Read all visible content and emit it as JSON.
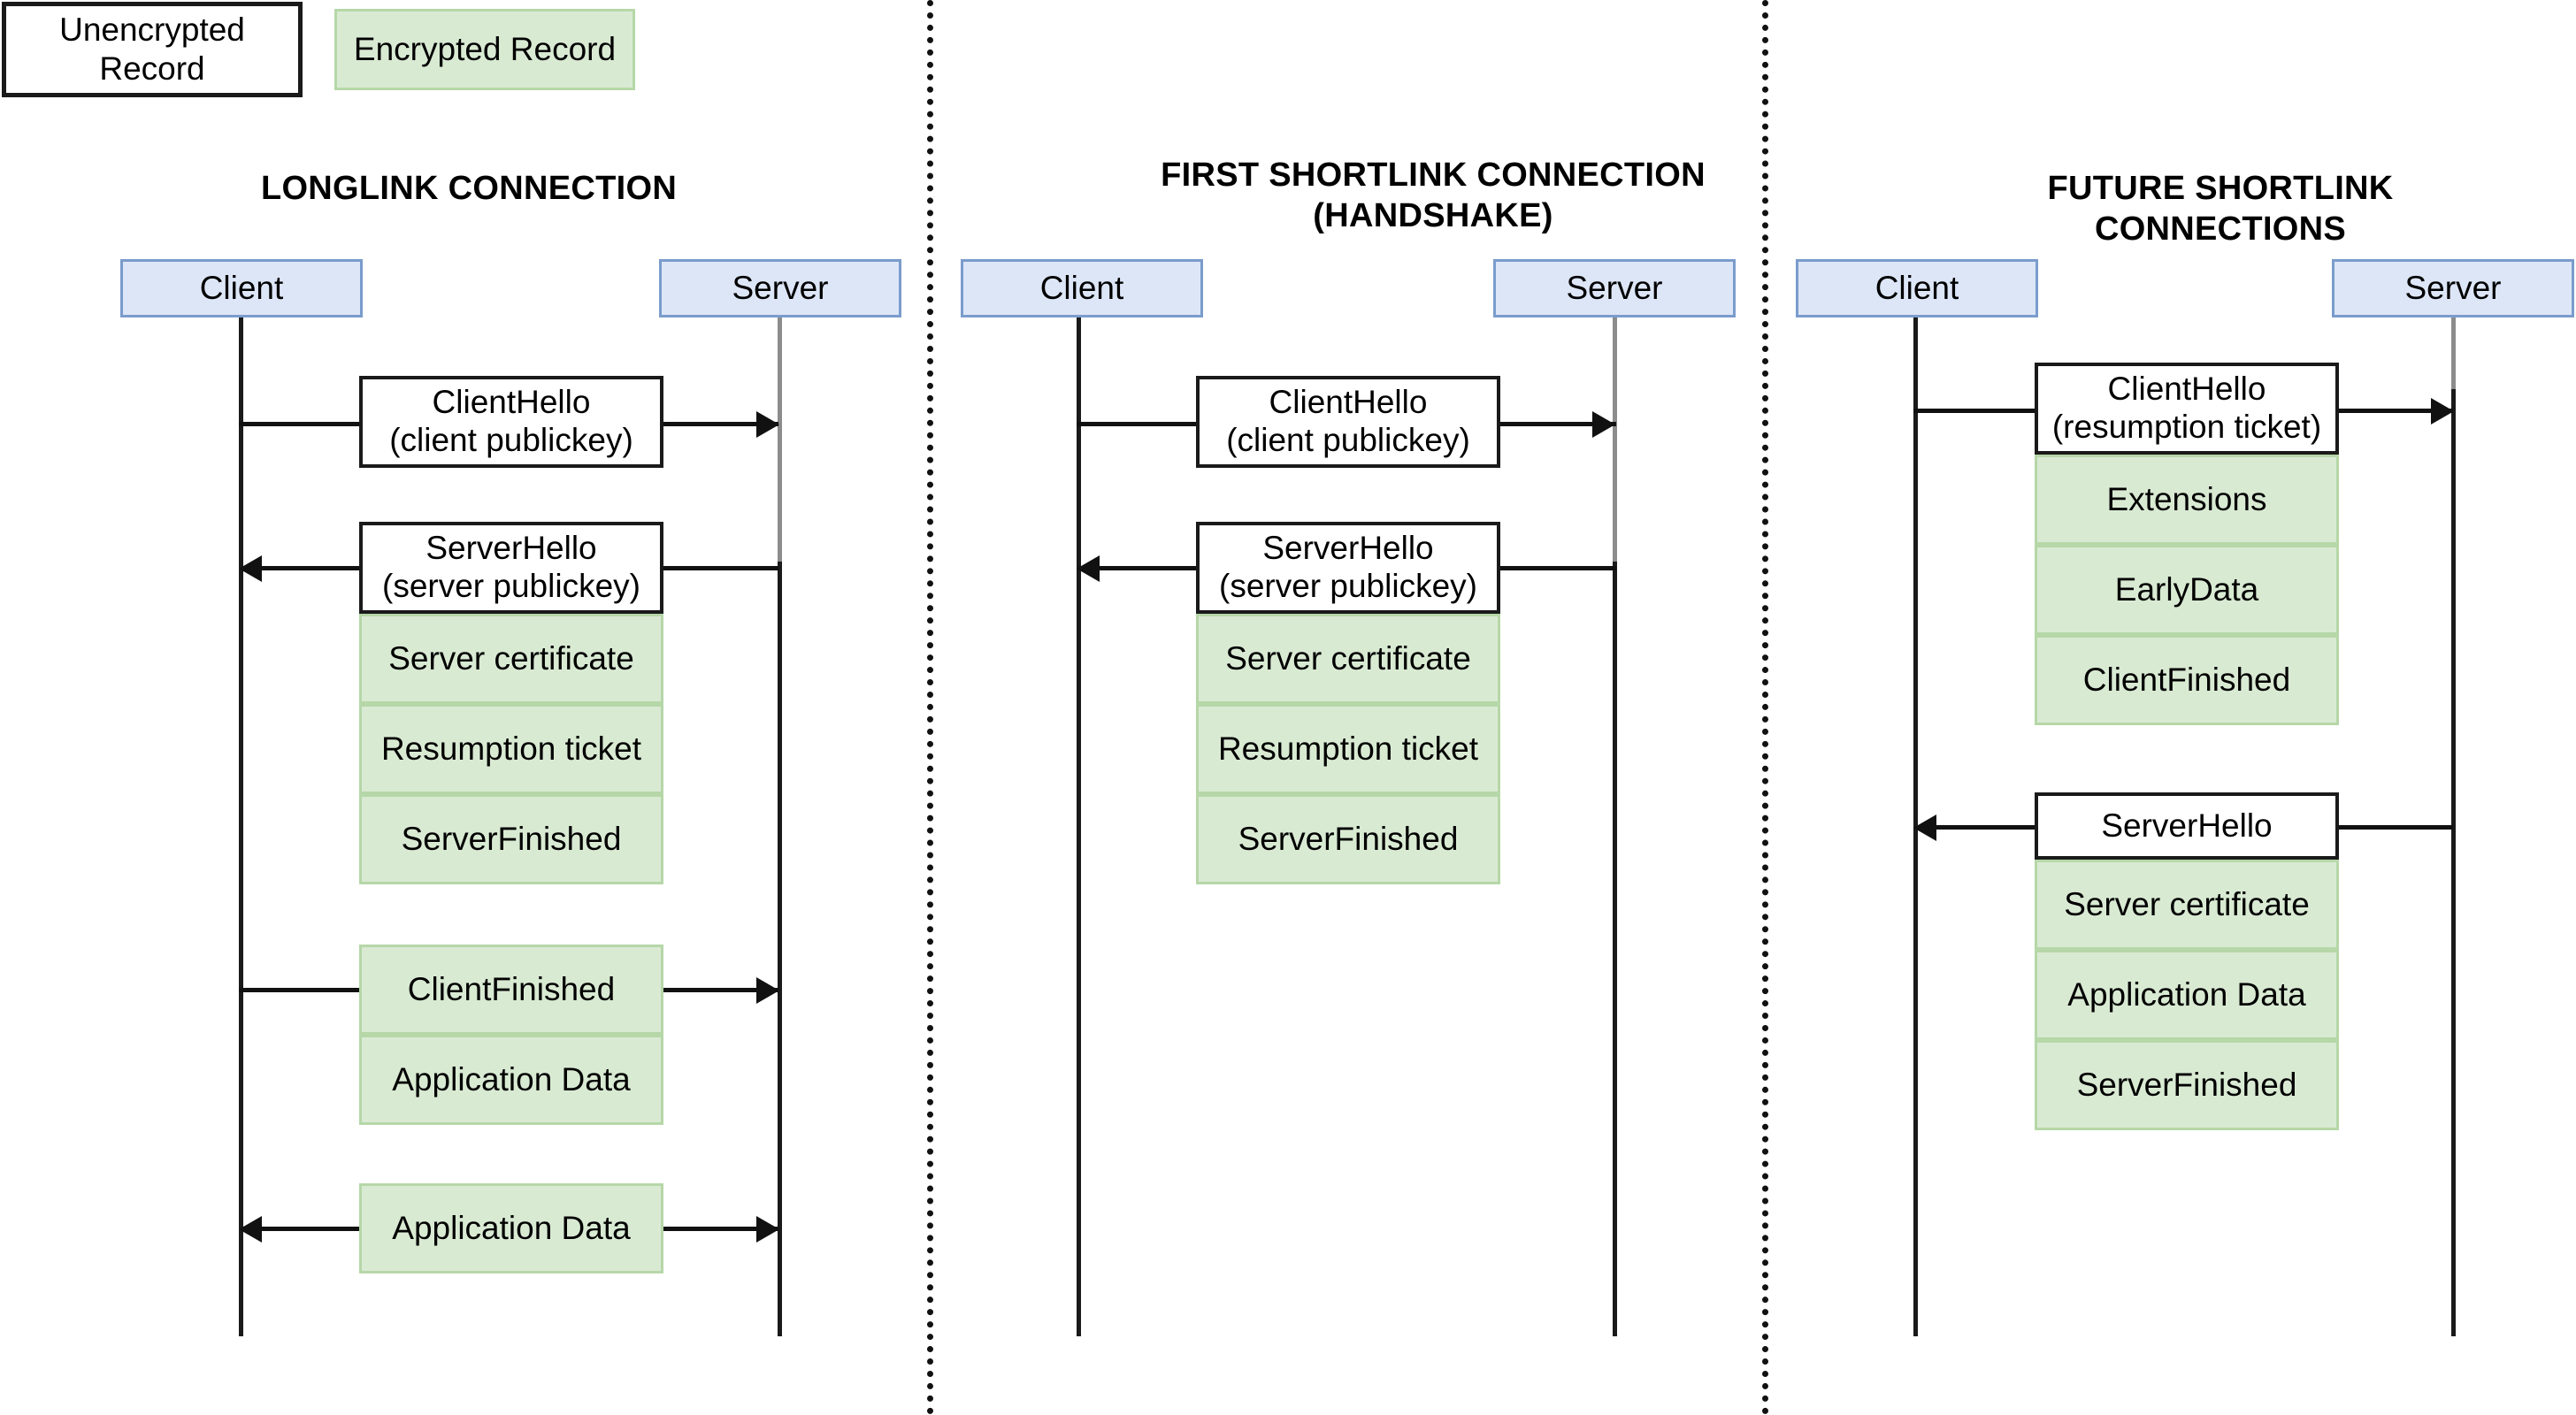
{
  "legend": {
    "unencrypted_label": "Unencrypted Record",
    "encrypted_label": "Encrypted Record",
    "unencrypted_fill": "#ffffff",
    "unencrypted_border": "#1a1a1a",
    "encrypted_fill": "#d9ead3",
    "encrypted_border": "#b6d7a8"
  },
  "colors": {
    "actor_fill": "#dce6f7",
    "actor_border": "#7a9ccc",
    "line": "#111111",
    "server_lifeline_top": "#8c8c8c"
  },
  "columns": [
    {
      "title": "LONGLINK CONNECTION",
      "client_label": "Client",
      "server_label": "Server",
      "messages": [
        {
          "label": "ClientHello",
          "sublabel": "(client publickey)",
          "kind": "unencrypted",
          "direction": "right"
        },
        {
          "label": "ServerHello",
          "sublabel": "(server publickey)",
          "kind": "unencrypted",
          "direction": "left"
        },
        {
          "label": "Server certificate",
          "kind": "encrypted",
          "direction": "none"
        },
        {
          "label": "Resumption ticket",
          "kind": "encrypted",
          "direction": "none"
        },
        {
          "label": "ServerFinished",
          "kind": "encrypted",
          "direction": "none"
        },
        {
          "label": "ClientFinished",
          "kind": "encrypted",
          "direction": "right"
        },
        {
          "label": "Application Data",
          "kind": "encrypted",
          "direction": "none"
        },
        {
          "label": "Application Data",
          "kind": "encrypted",
          "direction": "both"
        }
      ]
    },
    {
      "title": "FIRST SHORTLINK CONNECTION (HANDSHAKE)",
      "client_label": "Client",
      "server_label": "Server",
      "messages": [
        {
          "label": "ClientHello",
          "sublabel": "(client publickey)",
          "kind": "unencrypted",
          "direction": "right"
        },
        {
          "label": "ServerHello",
          "sublabel": "(server publickey)",
          "kind": "unencrypted",
          "direction": "left"
        },
        {
          "label": "Server certificate",
          "kind": "encrypted",
          "direction": "none"
        },
        {
          "label": "Resumption ticket",
          "kind": "encrypted",
          "direction": "none"
        },
        {
          "label": "ServerFinished",
          "kind": "encrypted",
          "direction": "none"
        }
      ]
    },
    {
      "title": "FUTURE SHORTLINK CONNECTIONS",
      "client_label": "Client",
      "server_label": "Server",
      "messages": [
        {
          "label": "ClientHello",
          "sublabel": "(resumption ticket)",
          "kind": "unencrypted",
          "direction": "right"
        },
        {
          "label": "Extensions",
          "kind": "encrypted",
          "direction": "none"
        },
        {
          "label": "EarlyData",
          "kind": "encrypted",
          "direction": "none"
        },
        {
          "label": "ClientFinished",
          "kind": "encrypted",
          "direction": "none"
        },
        {
          "label": "ServerHello",
          "kind": "unencrypted",
          "direction": "left"
        },
        {
          "label": "Server certificate",
          "kind": "encrypted",
          "direction": "none"
        },
        {
          "label": "Application Data",
          "kind": "encrypted",
          "direction": "none"
        },
        {
          "label": "ServerFinished",
          "kind": "encrypted",
          "direction": "none"
        }
      ]
    }
  ]
}
